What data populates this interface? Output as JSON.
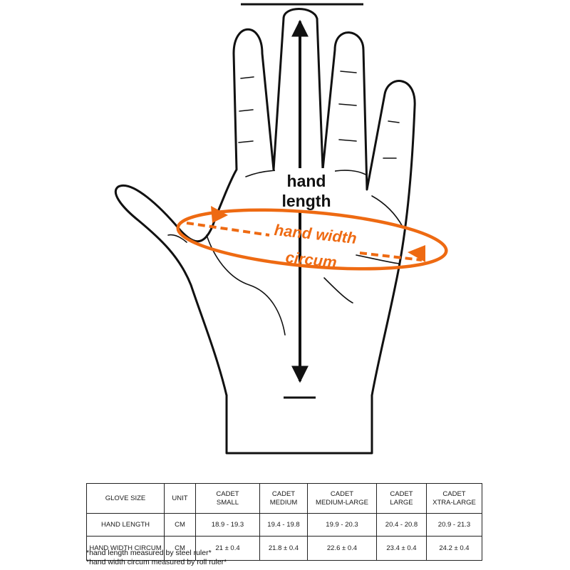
{
  "diagram": {
    "length_label": [
      "hand",
      "length"
    ],
    "width_label": [
      "hand width",
      "circum"
    ],
    "colors": {
      "outline": "#111111",
      "accent": "#ee6a12"
    }
  },
  "table": {
    "header": {
      "glove_size": "GLOVE SIZE",
      "unit": "UNIT",
      "sizes": [
        [
          "CADET",
          "SMALL"
        ],
        [
          "CADET",
          "MEDIUM"
        ],
        [
          "CADET",
          "MEDIUM-LARGE"
        ],
        [
          "CADET",
          "LARGE"
        ],
        [
          "CADET",
          "XTRA-LARGE"
        ]
      ]
    },
    "rows": [
      {
        "label": "HAND LENGTH",
        "unit": "CM",
        "values": [
          "18.9 - 19.3",
          "19.4 - 19.8",
          "19.9 - 20.3",
          "20.4 - 20.8",
          "20.9 - 21.3"
        ]
      },
      {
        "label": "HAND WIDTH CIRCUM",
        "unit": "CM",
        "values": [
          "21 ± 0.4",
          "21.8 ± 0.4",
          "22.6 ± 0.4",
          "23.4 ± 0.4",
          "24.2 ± 0.4"
        ]
      }
    ]
  },
  "notes": [
    "*hand length measured by steel ruler*",
    "*hand width circum measured by roll ruler*"
  ]
}
